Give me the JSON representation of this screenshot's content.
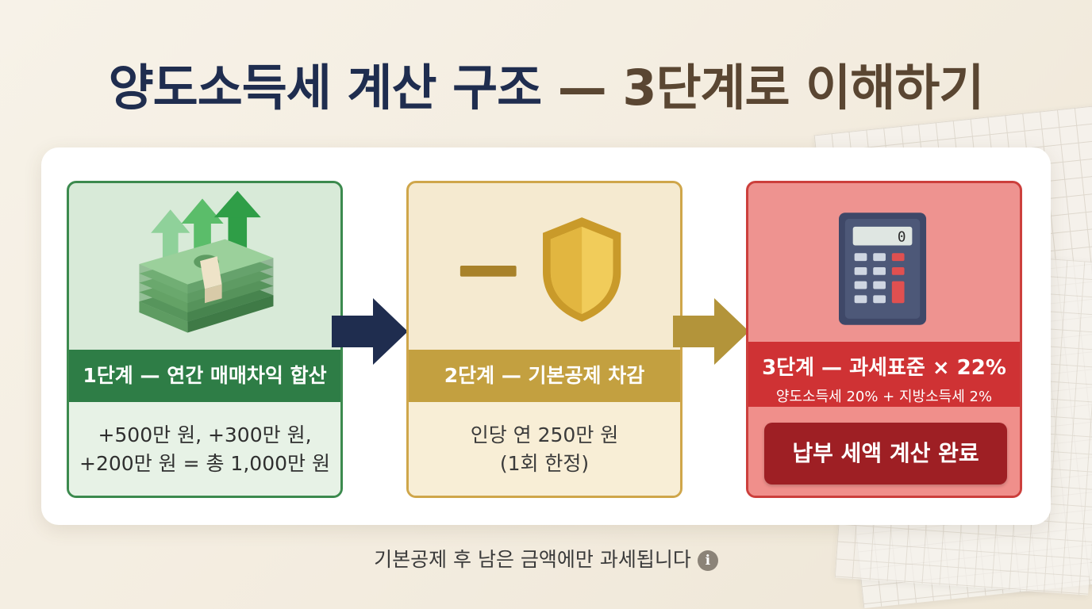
{
  "title": {
    "part1": "양도소득세 계산 구조",
    "part2": " — 3단계로 이해하기"
  },
  "steps": [
    {
      "icon": "money-stack-up-arrows-icon",
      "label": "1단계 — 연간 매매차익 합산",
      "detail_line1": "+500만 원, +300만 원,",
      "detail_line2": "+200만 원 = 총 1,000만 원",
      "color": "#2e7d46"
    },
    {
      "icon": "minus-shield-icon",
      "label": "2단계 — 기본공제 차감",
      "detail_line1": "인당 연 250만 원",
      "detail_line2": "(1회 한정)",
      "color": "#c3a040"
    },
    {
      "icon": "calculator-icon",
      "label": "3단계 — 과세표준 × 22%",
      "sub_label": "양도소득세 20% + 지방소득세 2%",
      "result_button": "납부 세액 계산 완료",
      "color": "#cf3234"
    }
  ],
  "calculator_display": "0",
  "footer": {
    "note": "기본공제 후 남은 금액에만 과세됩니다",
    "icon": "info-icon"
  }
}
